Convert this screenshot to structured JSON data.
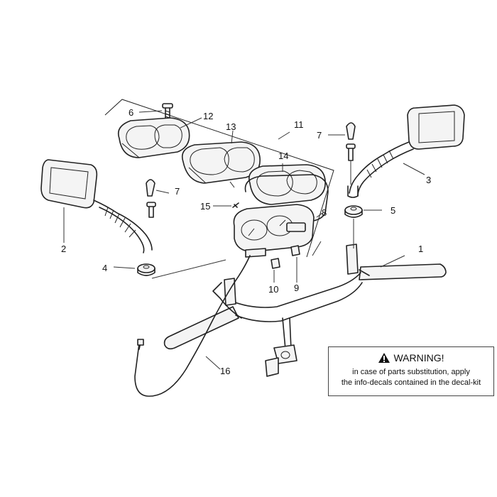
{
  "callouts": {
    "c1": "1",
    "c2": "2",
    "c3": "3",
    "c4": "4",
    "c5": "5",
    "c6": "6",
    "c7a": "7",
    "c7b": "7",
    "c8": "8",
    "c9": "9",
    "c10": "10",
    "c11": "11",
    "c12": "12",
    "c13": "13",
    "c14": "14",
    "c15": "15",
    "c16": "16"
  },
  "warning": {
    "icon": "warning-triangle-icon",
    "title": "WARNING!",
    "line1": "in case of parts substitution, apply",
    "line2": "the info-decals contained in the decal-kit"
  }
}
